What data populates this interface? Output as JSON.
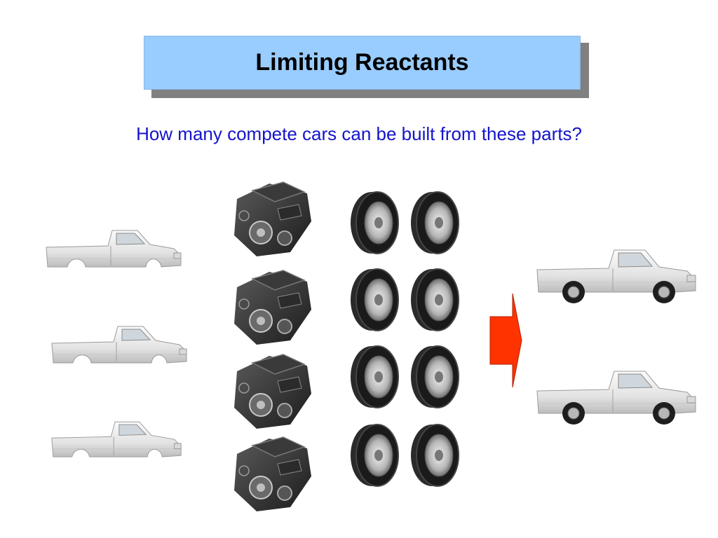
{
  "slide": {
    "title": "Limiting Reactants",
    "subtitle": "How many compete cars can be built from these parts?"
  },
  "parts": {
    "truck_bodies": 3,
    "engines": 4,
    "tires": 8,
    "complete_trucks": 2
  },
  "colors": {
    "title_fill": "#99ccff",
    "title_shadow": "#808080",
    "subtitle_text": "#1414cc",
    "arrow_fill": "#ff3300"
  },
  "icons": [
    "truck-body-icon",
    "engine-icon",
    "tire-icon",
    "arrow-icon",
    "complete-truck-icon"
  ]
}
